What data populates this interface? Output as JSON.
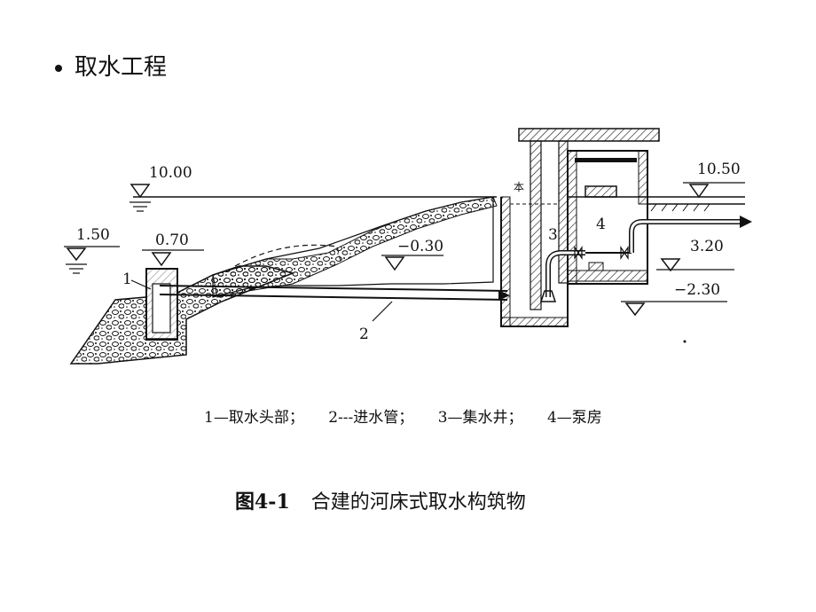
{
  "heading": "取水工程",
  "elevations": {
    "e1000": "10.00",
    "e150": "1.50",
    "e070": "0.70",
    "em030": "−0.30",
    "e1050": "10.50",
    "e320": "3.20",
    "em230": "−2.30"
  },
  "part_numbers": {
    "p1": "1",
    "p2": "2",
    "p3": "3",
    "p4": "4"
  },
  "legend": {
    "item1": "1—取水头部；",
    "item2": "2---进水管；",
    "item3": "3—集水井；",
    "item4": "4—泵房"
  },
  "caption": {
    "number": "图4-1",
    "title": "合建的河床式取水构筑物"
  }
}
